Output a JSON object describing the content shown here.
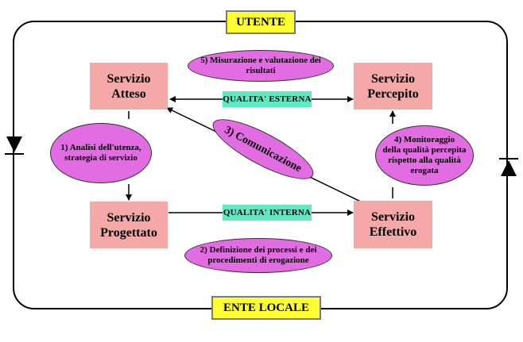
{
  "labels": {
    "utente": "UTENTE",
    "ente_locale": "ENTE LOCALE",
    "qualita_esterna": "QUALITA' ESTERNA",
    "qualita_interna": "QUALITA' INTERNA"
  },
  "boxes": {
    "atteso": [
      "Servizio",
      "Atteso"
    ],
    "percepito": [
      "Servizio",
      "Percepito"
    ],
    "progettato": [
      "Servizio",
      "Progettato"
    ],
    "effettivo": [
      "Servizio",
      "Effettivo"
    ]
  },
  "steps": {
    "step1": [
      "1) Analisi dell'utenza,",
      "strategia di servizio"
    ],
    "step2": [
      "2) Definizione dei processi e dei",
      "procedimenti di erogazione"
    ],
    "step3": "3) Comunicazione",
    "step4": [
      "4) Monitoraggio",
      "della qualità percepita",
      "rispetto alla qualità",
      "erogata"
    ],
    "step5": [
      "5) Misurazione e valutazione dei",
      "risultati"
    ]
  },
  "colors": {
    "box_fill": "#f4a8a8",
    "ellipse_fill": "#e26ce2",
    "label_yellow": "#ffff33",
    "label_cyan": "#5fe8c2"
  }
}
